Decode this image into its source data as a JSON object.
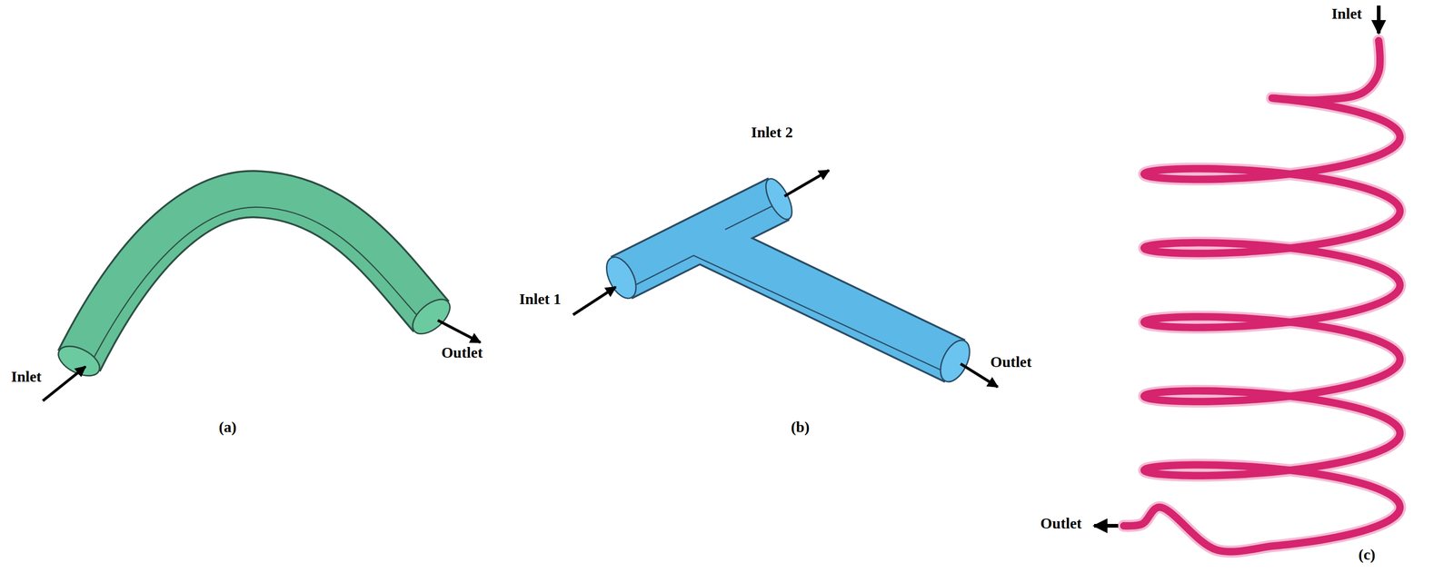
{
  "diagram": {
    "labels": [
      "Inlet",
      "Outlet",
      "(a)",
      "Inlet 1",
      "Inlet 2",
      "Outlet",
      "(b)",
      "Inlet",
      "Outlet",
      "(c)"
    ]
  }
}
